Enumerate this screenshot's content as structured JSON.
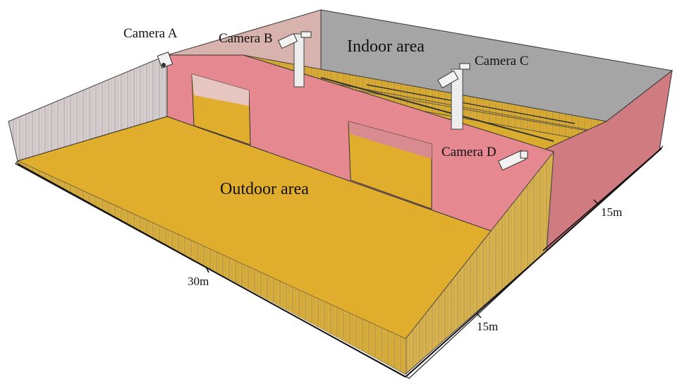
{
  "labels": {
    "camera_a": "Camera A",
    "camera_b": "Camera B",
    "camera_c": "Camera C",
    "camera_d": "Camera D",
    "indoor": "Indoor area",
    "outdoor": "Outdoor area",
    "dim_length": "30m",
    "dim_width_front": "15m",
    "dim_width_back": "15m"
  },
  "colors": {
    "floor": "#E0AE2C",
    "wall": "#E59097",
    "indoor_wall": "#D9807F",
    "roof": "#A9A9A9",
    "fence": "#CFA8AE"
  }
}
